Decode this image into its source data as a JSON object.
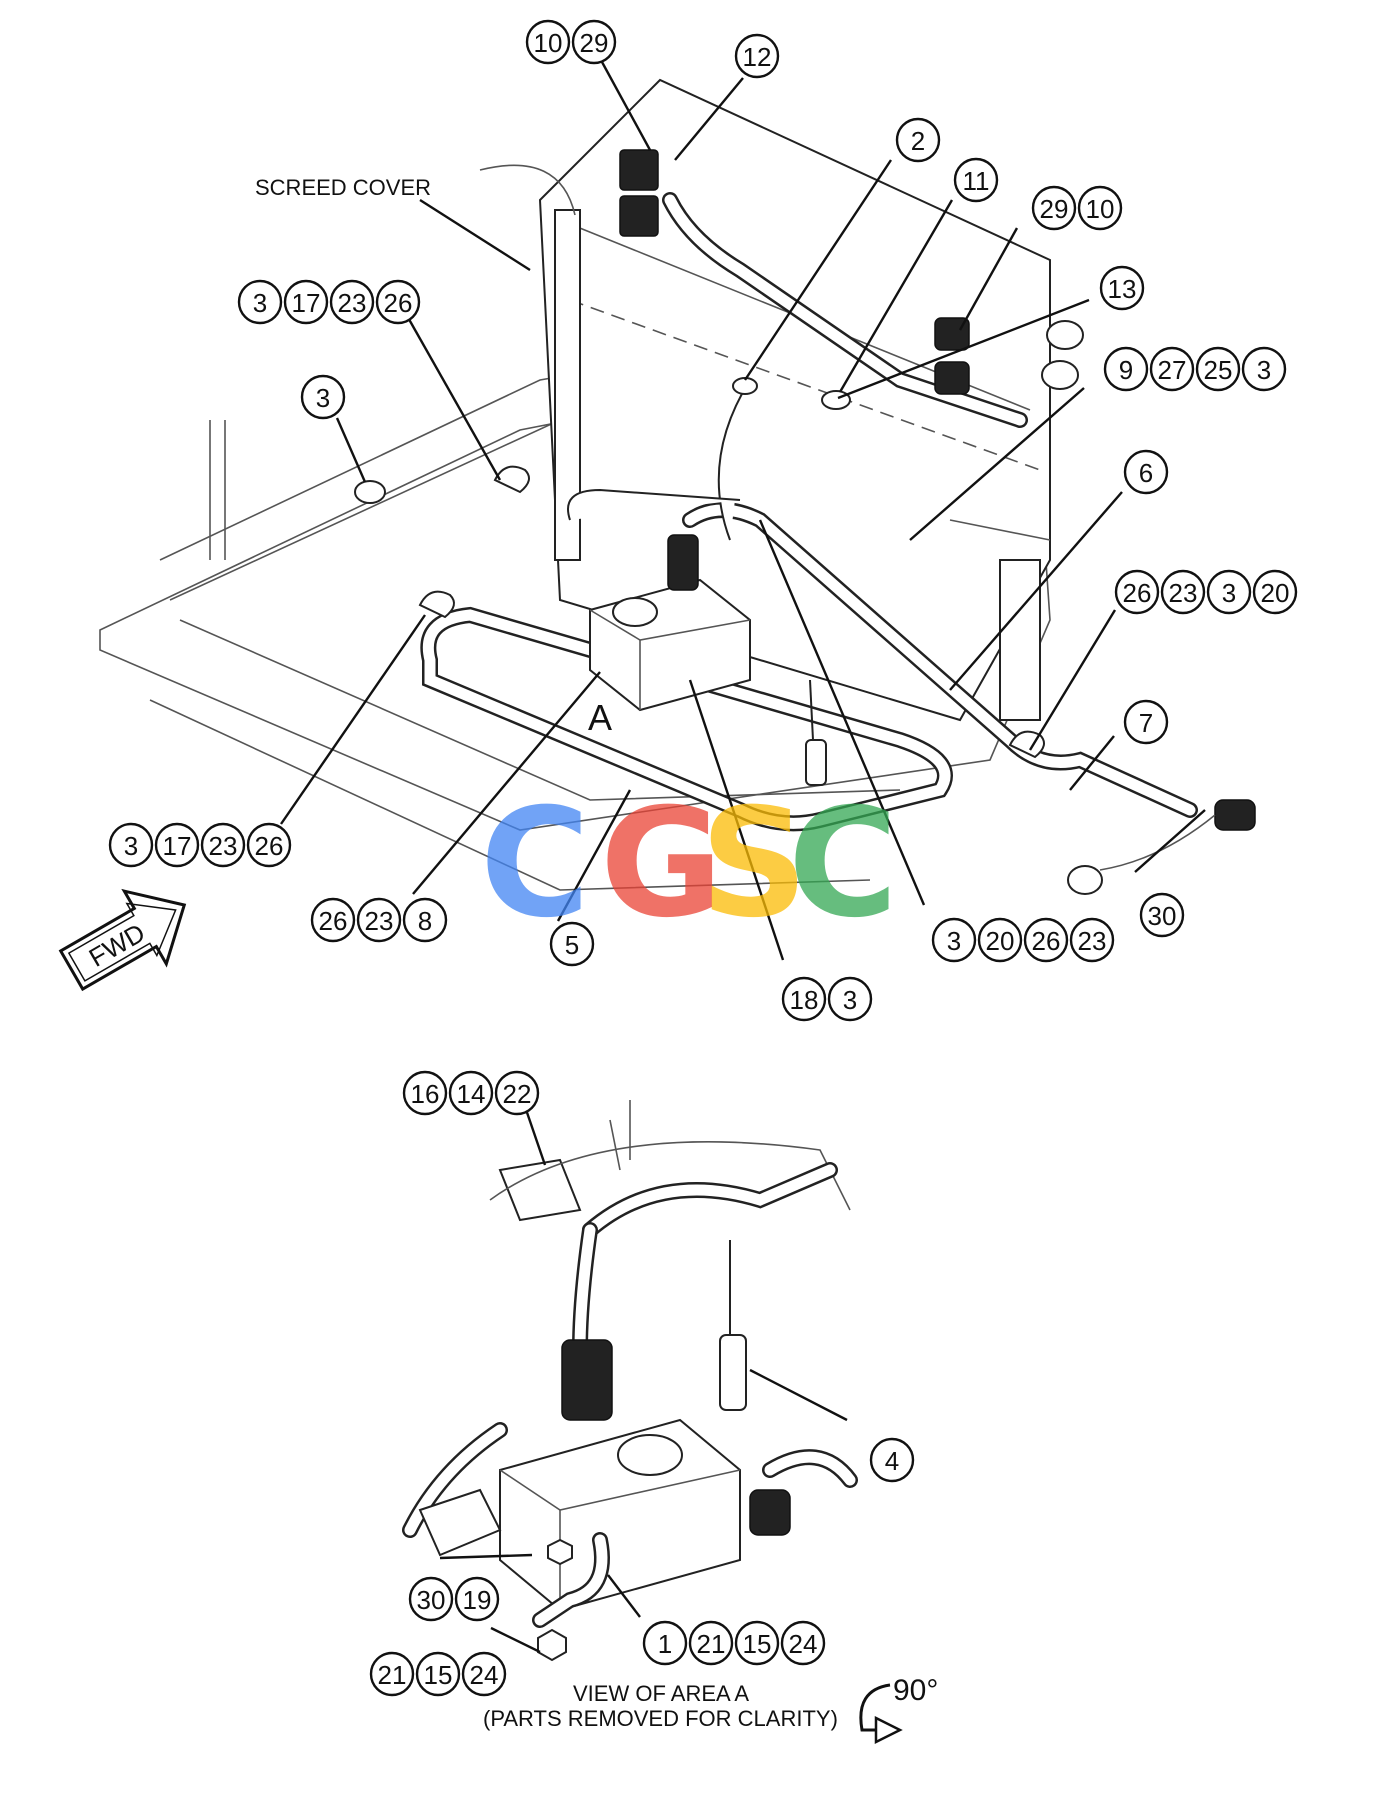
{
  "labels": {
    "screed_cover": "SCREED COVER",
    "area_letter": "A",
    "fwd": "FWD",
    "view_line1": "VIEW OF AREA A",
    "view_line2": "(PARTS REMOVED FOR CLARITY)",
    "rotation": "90°"
  },
  "watermark": {
    "letters": [
      "C",
      "G",
      "S",
      "C"
    ],
    "colors": [
      "#4285F4",
      "#EA4335",
      "#FBBC05",
      "#34A853"
    ]
  },
  "callouts": [
    {
      "id": "c-10-29",
      "numbers": [
        "10",
        "29"
      ]
    },
    {
      "id": "c-12",
      "numbers": [
        "12"
      ]
    },
    {
      "id": "c-2",
      "numbers": [
        "2"
      ]
    },
    {
      "id": "c-11",
      "numbers": [
        "11"
      ]
    },
    {
      "id": "c-29-10",
      "numbers": [
        "29",
        "10"
      ]
    },
    {
      "id": "c-13",
      "numbers": [
        "13"
      ]
    },
    {
      "id": "c-3-17-23-26-top",
      "numbers": [
        "3",
        "17",
        "23",
        "26"
      ]
    },
    {
      "id": "c-3-left",
      "numbers": [
        "3"
      ]
    },
    {
      "id": "c-9-27-25-3",
      "numbers": [
        "9",
        "27",
        "25",
        "3"
      ]
    },
    {
      "id": "c-6",
      "numbers": [
        "6"
      ]
    },
    {
      "id": "c-26-23-3-20",
      "numbers": [
        "26",
        "23",
        "3",
        "20"
      ]
    },
    {
      "id": "c-7",
      "numbers": [
        "7"
      ]
    },
    {
      "id": "c-3-17-23-26-low",
      "numbers": [
        "3",
        "17",
        "23",
        "26"
      ]
    },
    {
      "id": "c-26-23-8",
      "numbers": [
        "26",
        "23",
        "8"
      ]
    },
    {
      "id": "c-5",
      "numbers": [
        "5"
      ]
    },
    {
      "id": "c-18-3",
      "numbers": [
        "18",
        "3"
      ]
    },
    {
      "id": "c-3-20-26-23",
      "numbers": [
        "3",
        "20",
        "26",
        "23"
      ]
    },
    {
      "id": "c-30-top",
      "numbers": [
        "30"
      ]
    },
    {
      "id": "c-16-14-22",
      "numbers": [
        "16",
        "14",
        "22"
      ]
    },
    {
      "id": "c-4",
      "numbers": [
        "4"
      ]
    },
    {
      "id": "c-30-19",
      "numbers": [
        "30",
        "19"
      ]
    },
    {
      "id": "c-1-21-15-24",
      "numbers": [
        "1",
        "21",
        "15",
        "24"
      ]
    },
    {
      "id": "c-21-15-24",
      "numbers": [
        "21",
        "15",
        "24"
      ]
    }
  ]
}
